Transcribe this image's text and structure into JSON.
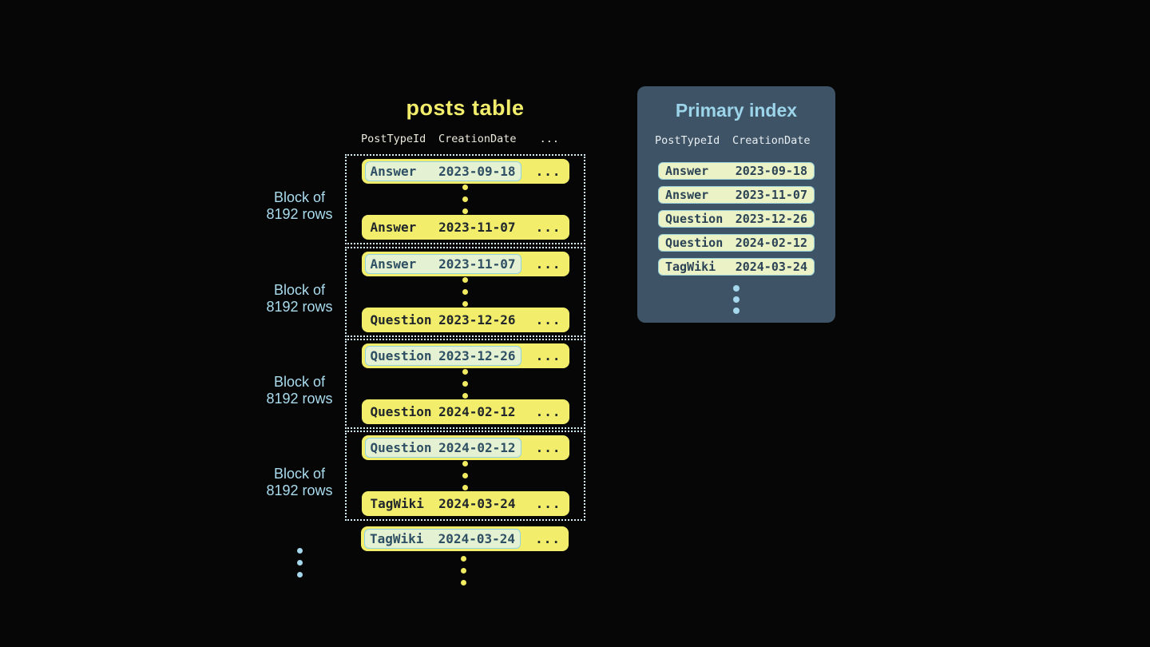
{
  "colors": {
    "background": "#060607",
    "row_yellow": "#f2ee6b",
    "highlight_green": "#e4f1d2",
    "highlight_border": "#8fd2e4",
    "panel_blue": "#3e5466",
    "accent_blue": "#a5d8ec",
    "title_yellow": "#f2ee6b",
    "index_row_green": "#eaf2c6"
  },
  "posts_table": {
    "title": "posts table",
    "headers": {
      "type": "PostTypeId",
      "date": "CreationDate",
      "more": "..."
    },
    "blocks": [
      {
        "label_line1": "Block of",
        "label_line2": "8192 rows",
        "first_row": {
          "type": "Answer",
          "date": "2023-09-18",
          "more": "..."
        },
        "last_row": {
          "type": "Answer",
          "date": "2023-11-07",
          "more": "..."
        }
      },
      {
        "label_line1": "Block of",
        "label_line2": "8192 rows",
        "first_row": {
          "type": "Answer",
          "date": "2023-11-07",
          "more": "..."
        },
        "last_row": {
          "type": "Question",
          "date": "2023-12-26",
          "more": "..."
        }
      },
      {
        "label_line1": "Block of",
        "label_line2": "8192 rows",
        "first_row": {
          "type": "Question",
          "date": "2023-12-26",
          "more": "..."
        },
        "last_row": {
          "type": "Question",
          "date": "2024-02-12",
          "more": "..."
        }
      },
      {
        "label_line1": "Block of",
        "label_line2": "8192 rows",
        "first_row": {
          "type": "Question",
          "date": "2024-02-12",
          "more": "..."
        },
        "last_row": {
          "type": "TagWiki",
          "date": "2024-03-24",
          "more": "..."
        }
      }
    ],
    "overflow_row": {
      "type": "TagWiki",
      "date": "2024-03-24",
      "more": "..."
    }
  },
  "primary_index": {
    "title": "Primary index",
    "headers": {
      "type": "PostTypeId",
      "date": "CreationDate"
    },
    "rows": [
      {
        "type": "Answer",
        "date": "2023-09-18"
      },
      {
        "type": "Answer",
        "date": "2023-11-07"
      },
      {
        "type": "Question",
        "date": "2023-12-26"
      },
      {
        "type": "Question",
        "date": "2024-02-12"
      },
      {
        "type": "TagWiki",
        "date": "2024-03-24"
      }
    ]
  }
}
